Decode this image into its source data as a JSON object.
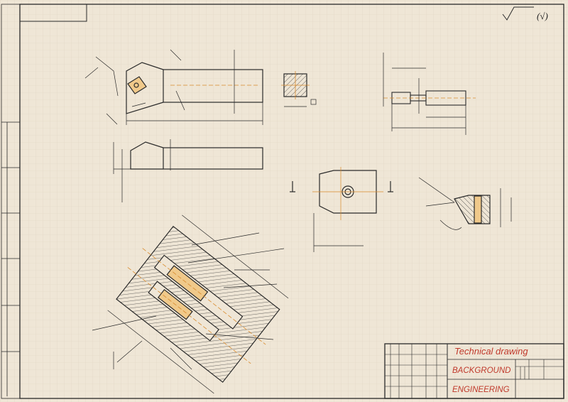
{
  "title_block": {
    "title": "Technical drawing",
    "subtitle_1": "BACKGROUND",
    "subtitle_2": "ENGINEERING"
  },
  "roughness_symbol": {
    "label": "(√)"
  },
  "colors": {
    "paper": "#efe6d6",
    "grid": "#e2d6c4",
    "line": "#2a2a2a",
    "hatch": "#d98a2b",
    "accent_text": "#c0392b"
  }
}
